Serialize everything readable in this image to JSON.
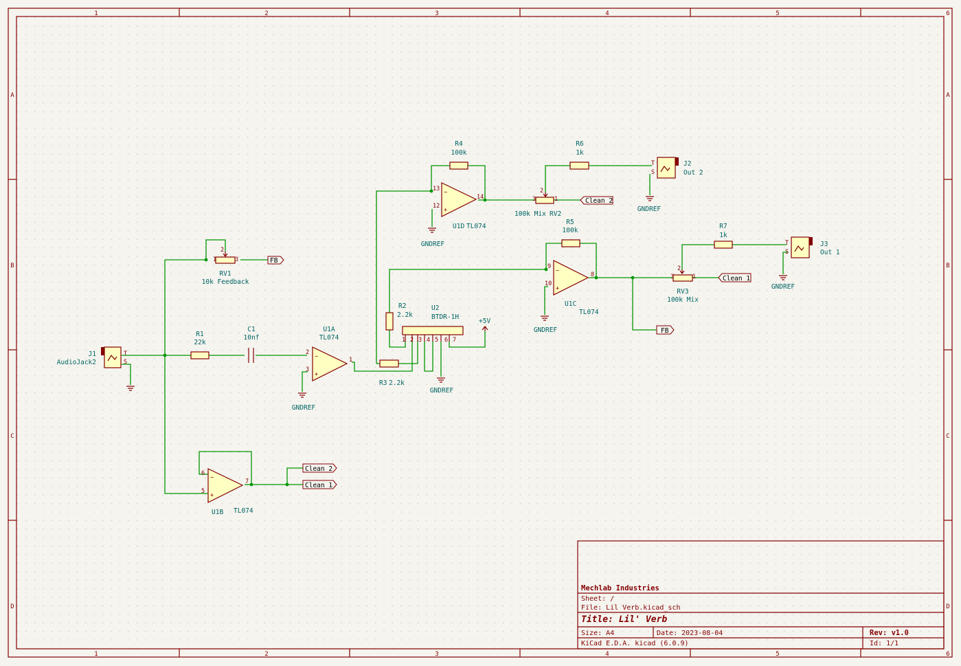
{
  "frame": {
    "columns": [
      "1",
      "2",
      "3",
      "4",
      "5",
      "6"
    ],
    "rows": [
      "A",
      "B",
      "C",
      "D"
    ]
  },
  "components": {
    "J1": {
      "ref": "J1",
      "value": "AudioJack2",
      "pins": [
        "T",
        "S"
      ]
    },
    "J2": {
      "ref": "J2",
      "value": "Out 2",
      "pins": [
        "T",
        "S"
      ]
    },
    "J3": {
      "ref": "J3",
      "value": "Out 1",
      "pins": [
        "T",
        "S"
      ]
    },
    "R1": {
      "ref": "R1",
      "value": "22k"
    },
    "R2": {
      "ref": "R2",
      "value": "2.2k"
    },
    "R3": {
      "ref": "R3",
      "value": "2.2k"
    },
    "R4": {
      "ref": "R4",
      "value": "100k"
    },
    "R5": {
      "ref": "R5",
      "value": "100k"
    },
    "R6": {
      "ref": "R6",
      "value": "1k"
    },
    "R7": {
      "ref": "R7",
      "value": "1k"
    },
    "C1": {
      "ref": "C1",
      "value": "10nf"
    },
    "RV1": {
      "ref": "RV1",
      "value": "10k Feedback",
      "pins": [
        "1",
        "2",
        "3"
      ]
    },
    "RV2": {
      "ref": "RV2",
      "value": "100k Mix",
      "pins": [
        "3",
        "2",
        "1"
      ]
    },
    "RV3": {
      "ref": "RV3",
      "value": "100k Mix",
      "pins": [
        "3",
        "2",
        "1"
      ]
    },
    "U1A": {
      "ref": "U1A",
      "value": "TL074",
      "pins": [
        "2",
        "3",
        "1"
      ]
    },
    "U1B": {
      "ref": "U1B",
      "value": "TL074",
      "pins": [
        "6",
        "5",
        "7"
      ]
    },
    "U1C": {
      "ref": "U1C",
      "value": "TL074",
      "pins": [
        "9",
        "10",
        "8"
      ]
    },
    "U1D": {
      "ref": "U1D",
      "value": "TL074",
      "pins": [
        "13",
        "12",
        "14"
      ]
    },
    "U2": {
      "ref": "U2",
      "value": "BTDR-1H",
      "pins": [
        "1",
        "2",
        "3",
        "4",
        "5",
        "6",
        "7"
      ]
    }
  },
  "power": {
    "gnd": "GNDREF",
    "vcc": "+5V"
  },
  "nets": {
    "fb": "FB",
    "clean1": "Clean 1",
    "clean2": "Clean 2"
  },
  "title_block": {
    "company": "Mechlab Industries",
    "sheet": "Sheet: /",
    "file": "File: Lil Verb.kicad_sch",
    "title": "Title: Lil' Verb",
    "size": "Size: A4",
    "date": "Date: 2023-08-04",
    "rev": "Rev: v1.0",
    "tool": "KiCad E.D.A.  kicad (6.0.9)",
    "id": "Id: 1/1"
  }
}
